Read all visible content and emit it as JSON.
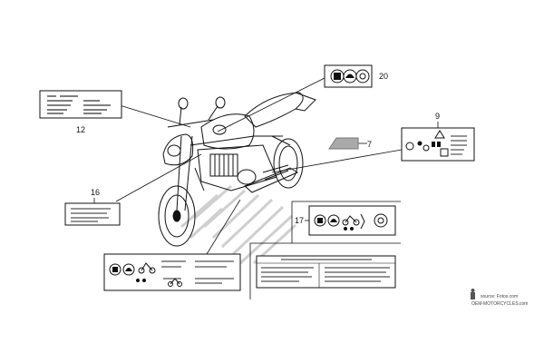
{
  "diagram": {
    "callouts": [
      {
        "id": "c20",
        "label": "20"
      },
      {
        "id": "c12",
        "label": "12"
      },
      {
        "id": "c7",
        "label": "7"
      },
      {
        "id": "c9",
        "label": "9"
      },
      {
        "id": "c16",
        "label": "16"
      },
      {
        "id": "c17",
        "label": "17"
      }
    ],
    "credit": {
      "line1": "source: Fotos.com",
      "line2": "OEM-MOTORCYCLES.com"
    }
  },
  "colors": {
    "ink": "#111111",
    "hatch": "#cfcfcf",
    "paper": "#ffffff"
  },
  "icons": [
    "fuel-icon",
    "helmet-icon",
    "tire-icon",
    "warning-triangle-icon",
    "rider-icon",
    "passenger-icon",
    "motorcycle-icon",
    "gauge-icon"
  ]
}
